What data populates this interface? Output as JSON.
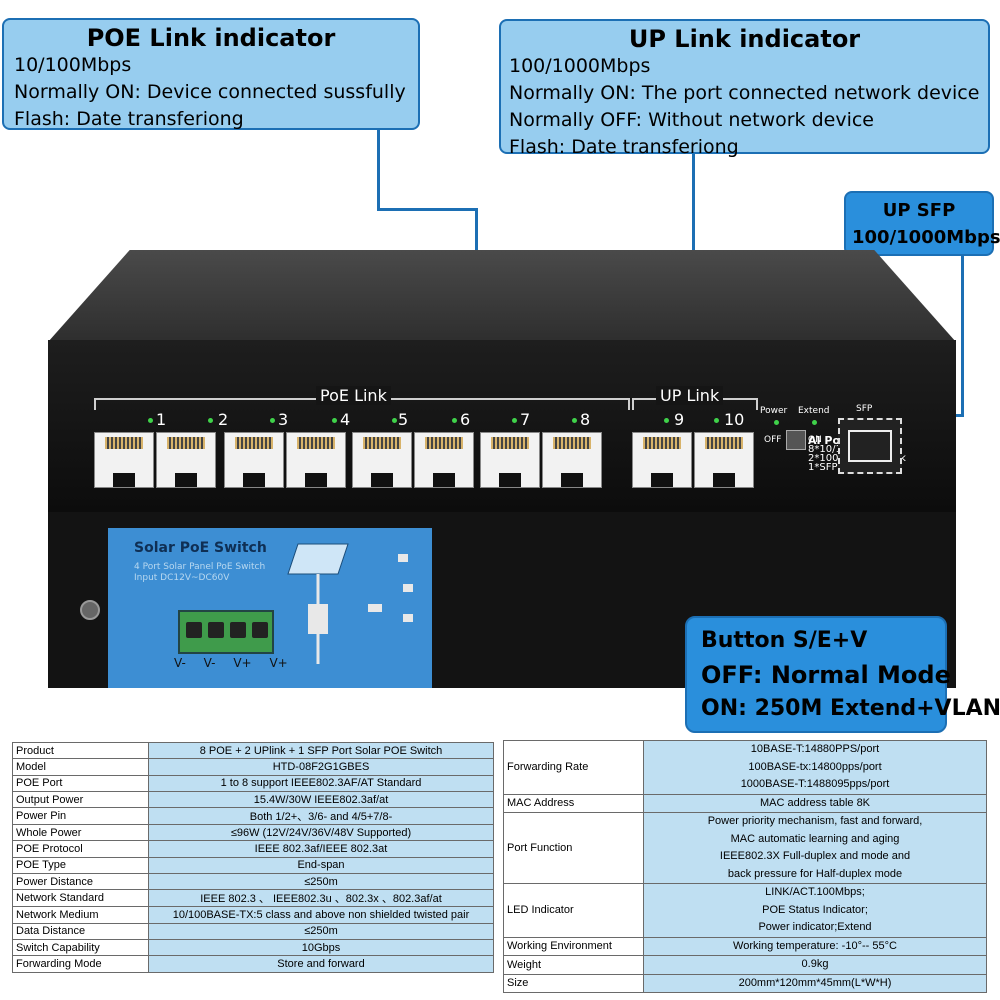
{
  "poe_callout": {
    "title": "POE Link indicator",
    "lines": [
      "10/100Mbps",
      "Normally ON: Device connected sussfully",
      "Flash: Date transferiong"
    ]
  },
  "up_callout": {
    "title": "UP Link indicator",
    "lines": [
      "100/1000Mbps",
      "Normally ON: The port connected network device",
      "Normally OFF: Without network device",
      "Flash: Date transferiong"
    ]
  },
  "sfp_callout": {
    "lines": [
      "UP SFP",
      "100/1000Mbps"
    ]
  },
  "button_callout": {
    "lines": [
      "Button S/E+V",
      "OFF: Normal Mode",
      "ON: 250M Extend+VLAN"
    ]
  },
  "switch": {
    "poe_label": "PoE Link",
    "up_label": "UP Link",
    "poe_ports": [
      "1",
      "2",
      "3",
      "4",
      "5",
      "6",
      "7",
      "8"
    ],
    "up_ports": [
      "9",
      "10"
    ],
    "power_label": "Power",
    "extend_label": "Extend",
    "toggle_off": "OFF",
    "toggle_on": "ON",
    "sfp_label": "SFP",
    "model_lines": [
      "AI PoE Switch",
      "8*10/100Mbps PoE",
      "2*1000Mbps Uplink",
      "1*SFP"
    ],
    "solar": {
      "title": "Solar PoE Switch",
      "sub": [
        "4 Port Solar Panel PoE Switch",
        "Input DC12V~DC60V"
      ],
      "terminals": [
        "V-",
        "V-",
        "V+",
        "V+"
      ]
    }
  },
  "spec_left": [
    [
      "Product",
      "8 POE + 2 UPlink + 1 SFP Port Solar POE Switch"
    ],
    [
      "Model",
      "HTD-08F2G1GBES"
    ],
    [
      "POE Port",
      "1 to 8 support IEEE802.3AF/AT Standard"
    ],
    [
      "Output Power",
      "15.4W/30W        IEEE802.3af/at"
    ],
    [
      "Power Pin",
      "Both 1/2+、3/6- and 4/5+7/8-"
    ],
    [
      "Whole Power",
      "≤96W (12V/24V/36V/48V Supported)"
    ],
    [
      "POE Protocol",
      "IEEE 802.3af/IEEE 802.3at"
    ],
    [
      "POE Type",
      "End-span"
    ],
    [
      "Power Distance",
      "≤250m"
    ],
    [
      "Network Standard",
      "IEEE 802.3 、 IEEE802.3u 、802.3x 、802.3af/at"
    ],
    [
      "Network Medium",
      "10/100BASE-TX:5 class and above non shielded twisted pair"
    ],
    [
      "Data Distance",
      "≤250m"
    ],
    [
      "Switch Capability",
      "10Gbps"
    ],
    [
      "Forwarding Mode",
      "Store and forward"
    ]
  ],
  "spec_right": [
    [
      "Forwarding Rate",
      [
        "10BASE-T:14880PPS/port",
        "100BASE-tx:14800pps/port",
        "1000BASE-T:1488095pps/port"
      ]
    ],
    [
      "MAC Address",
      [
        "MAC address table 8K"
      ]
    ],
    [
      "Port Function",
      [
        "Power priority mechanism, fast and forward,",
        "MAC automatic learning and aging",
        "IEEE802.3X Full-duplex and mode and",
        "back pressure for Half-duplex mode"
      ]
    ],
    [
      "LED Indicator",
      [
        "LINK/ACT.100Mbps;",
        "POE Status Indicator;",
        "Power indicator;Extend"
      ]
    ],
    [
      "Working Environment",
      [
        "Working temperature:  -10°-- 55°C"
      ]
    ],
    [
      "Weight",
      [
        "0.9kg"
      ]
    ],
    [
      "Size",
      [
        "200mm*120mm*45mm(L*W*H)"
      ]
    ]
  ]
}
